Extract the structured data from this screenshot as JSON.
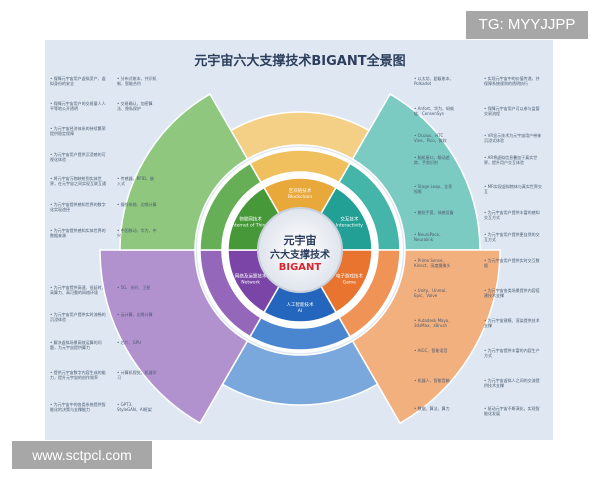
{
  "title": "元宇宙六大支撑技术BIGANT全景图",
  "center": {
    "line1": "元宇宙",
    "line2": "六大支撑技术",
    "line3": "BIGANT"
  },
  "segments": [
    {
      "cn": "区块链技术",
      "en": "Blockchain",
      "color": "#e8a83a",
      "mid": "#f0bf5e",
      "outer": "#f4cf86"
    },
    {
      "cn": "交互技术",
      "en": "Interactivity",
      "color": "#22a096",
      "mid": "#45b5aa",
      "outer": "#7ccbc2"
    },
    {
      "cn": "电子游戏技术",
      "en": "Game",
      "color": "#e8742f",
      "mid": "#ef9456",
      "outer": "#f3b07f"
    },
    {
      "cn": "人工智能技术",
      "en": "AI",
      "color": "#2466bd",
      "mid": "#4a86cf",
      "outer": "#7aa8dc"
    },
    {
      "cn": "网络及运算技术",
      "en": "Network",
      "color": "#7a45a6",
      "mid": "#9567bb",
      "outer": "#b192cf"
    },
    {
      "cn": "物联网技术",
      "en": "Internet of Things",
      "color": "#469838",
      "mid": "#66af57",
      "outer": "#8fc77f"
    }
  ],
  "left_notes": [
    "保障元宇宙用户虚拟资产、虚拟身份的安全",
    "保障元宇宙用户的交易量人人平等地公开透明",
    "为元宇宙经济体系的持续繁荣提供稳定保障",
    "为元宇宙用户提供沉浸感的可视化体验",
    "将元宇宙万物映射到实体世界，在元宇宙之间实现互联互通",
    "为元宇宙提供感知世界的数字化实现途径",
    "为元宇宙提供感知实体世界的数据来源",
    "为元宇宙提供高速、低延时、高算力、高可靠的网络环境",
    "为元宇宙用户提供实时流畅的沉浸体验",
    "解决虚拟场景高效运算的问题，为元宇宙提供算力",
    "提供元宇宙数字内容生成的能力，提升元宇宙的创作效率",
    "为元宇宙中的各类系统提供智能化的决策与支撑能力"
  ],
  "left_examples": [
    "分布式账本、共识机制、智能合约",
    "交易确认、加密算法、隐私保护",
    "传感器、RFID、嵌入式",
    "操作系统、边缘计算",
    "中国移动、华为、中兴",
    "5G、光纤、卫星",
    "云计算、边缘计算",
    "芯片、GPU",
    "计算机视觉、机器学习",
    "GPT3、StyleGAN、AI框架"
  ],
  "right_examples": [
    "以太坊、超级账本、Polkadot",
    "Anfort、华为、蚂蚁链、ConsenSys",
    "Oculus、HTC Vive、Pico、微软",
    "脑机接口、眼动追踪、手势识别",
    "Stage Leap、全息投影",
    "触觉手套、体感设备",
    "NeuroPace、Neuralink",
    "Prime Sense、Kinect、深度摄像头",
    "Unity、Unreal、Epic、Valve",
    "Autodesk Maya、3dsMax、zBrush",
    "AIGC、智能语音",
    "机器人、智能音箱",
    "数据、算法、算力"
  ],
  "right_notes": [
    "实现元宇宙中的价值传递，并保障系统规则的透明执行",
    "保障元宇宙用户可以参与监管交易流程",
    "VR显示技术为元宇宙用户带来沉浸式体验",
    "AR将虚拟信息叠加于真实世界，提升用户交互体验",
    "MR实现虚拟物体与真实世界交互",
    "为元宇宙用户提供丰富的感知交互方式",
    "为元宇宙用户提供更自然的交互方式",
    "为元宇宙用户提供实时交互数据",
    "为元宇宙各类场景提供内容搭建技术支撑",
    "为元宇宙建模、渲染提供技术支撑",
    "为元宇宙提供丰富的内容生产方式",
    "为元宇宙虚拟人之间的交流提供技术支撑",
    "驱动元宇宙不断演化，实现智能化发展"
  ],
  "watermarks": {
    "tg": "TG: MYYJJPP",
    "url": "www.sctpcl.com"
  }
}
